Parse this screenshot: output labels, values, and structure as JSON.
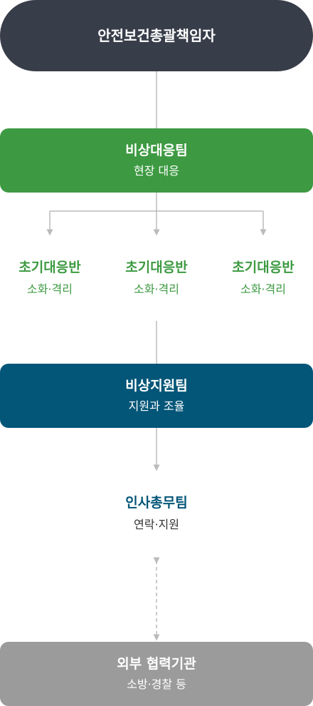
{
  "nodes": {
    "top": {
      "title": "안전보건총괄책임자"
    },
    "emergency": {
      "title": "비상대응팀",
      "subtitle": "현장 대응"
    },
    "units": [
      {
        "title": "초기대응반",
        "subtitle": "소화·격리"
      },
      {
        "title": "초기대응반",
        "subtitle": "소화·격리"
      },
      {
        "title": "초기대응반",
        "subtitle": "소화·격리"
      }
    ],
    "support": {
      "title": "비상지원팀",
      "subtitle": "지원과 조율"
    },
    "hr": {
      "title": "인사총무팀",
      "subtitle": "연락·지원"
    },
    "external": {
      "title": "외부 협력기관",
      "subtitle": "소방·경찰 등"
    }
  },
  "colors": {
    "top": "#373d49",
    "emergency": "#3d9a42",
    "support": "#045678",
    "external": "#9b9b9b",
    "connector": "#bbbbbb"
  }
}
